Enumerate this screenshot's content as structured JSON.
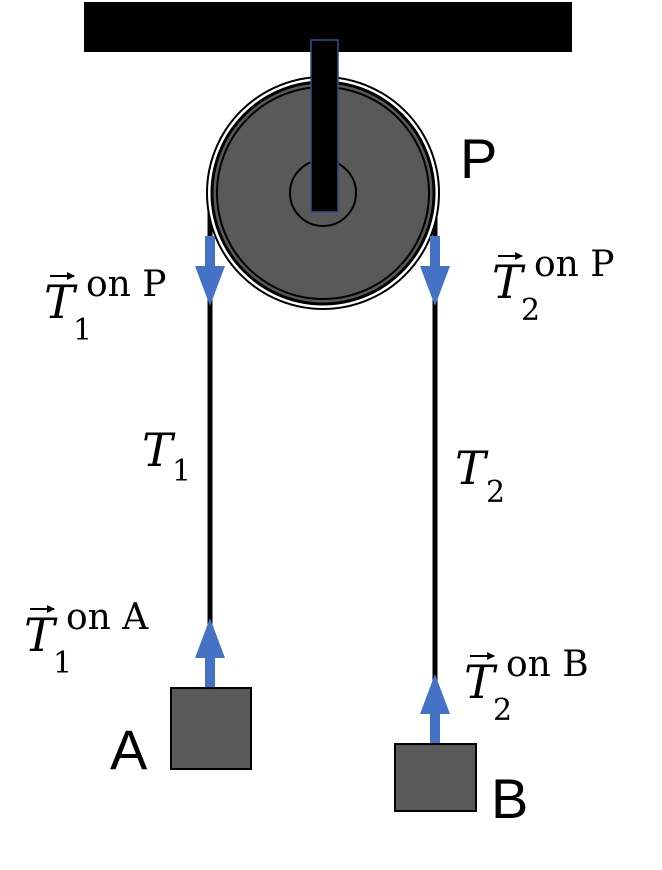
{
  "labels": {
    "pulley": "P",
    "block_a": "A",
    "block_b": "B"
  },
  "strings": {
    "left": {
      "symbol": "T",
      "subscript": "1"
    },
    "right": {
      "symbol": "T",
      "subscript": "2"
    }
  },
  "forces": {
    "t1_on_p": {
      "symbol": "T",
      "subscript": "1",
      "superscript": "on P"
    },
    "t2_on_p": {
      "symbol": "T",
      "subscript": "2",
      "superscript": "on P"
    },
    "t1_on_a": {
      "symbol": "T",
      "subscript": "1",
      "superscript": "on A"
    },
    "t2_on_b": {
      "symbol": "T",
      "subscript": "2",
      "superscript": "on B"
    }
  },
  "colors": {
    "arrow": "#4472c4",
    "pulley_fill": "#595959",
    "block_fill": "#595959",
    "ceiling": "#000000",
    "rope": "#000000"
  }
}
